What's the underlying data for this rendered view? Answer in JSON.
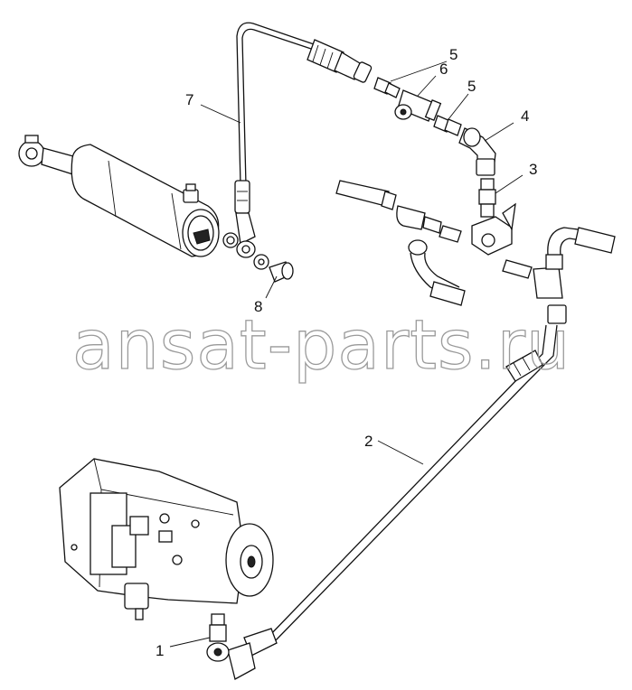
{
  "callouts": {
    "c1": "1",
    "c2": "2",
    "c3": "3",
    "c4": "4",
    "c5a": "5",
    "c5b": "5",
    "c6": "6",
    "c7": "7",
    "c8": "8"
  },
  "watermark": "ansat-parts.ru",
  "colors": {
    "line": "#111111",
    "watermark": "#9a9a9a",
    "background": "#ffffff"
  }
}
